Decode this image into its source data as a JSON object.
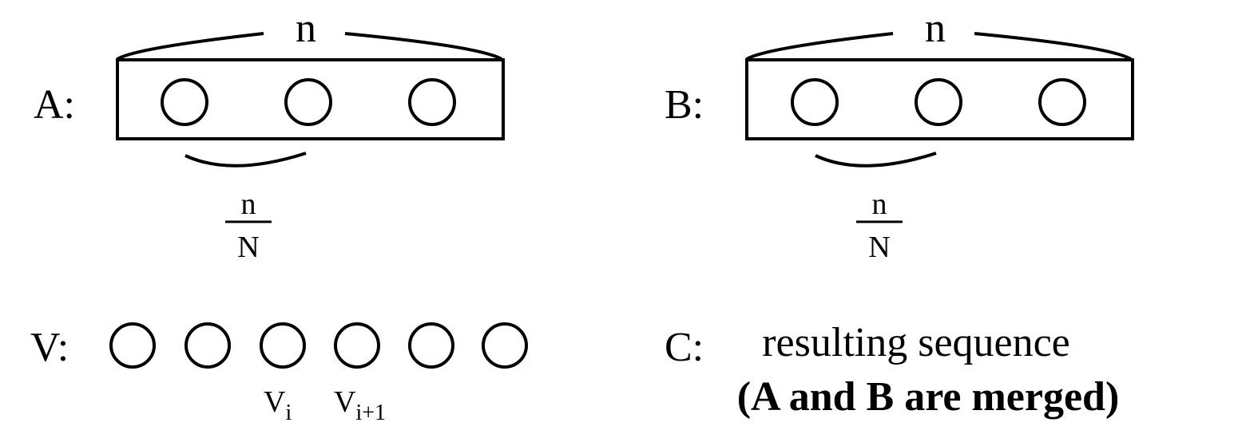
{
  "sequence_a": {
    "label": "A:",
    "top_brace_label": "n",
    "fraction_numerator": "n",
    "fraction_denominator": "N",
    "element_count": 3
  },
  "sequence_b": {
    "label": "B:",
    "top_brace_label": "n",
    "fraction_numerator": "n",
    "fraction_denominator": "N",
    "element_count": 3
  },
  "sequence_v": {
    "label": "V:",
    "element_count": 6,
    "marker_i": "V",
    "marker_i_sub": "i",
    "marker_next": "V",
    "marker_next_sub": "i+1"
  },
  "sequence_c": {
    "label": "C:",
    "line1": "resulting sequence",
    "line2": "(A and B are merged)"
  }
}
